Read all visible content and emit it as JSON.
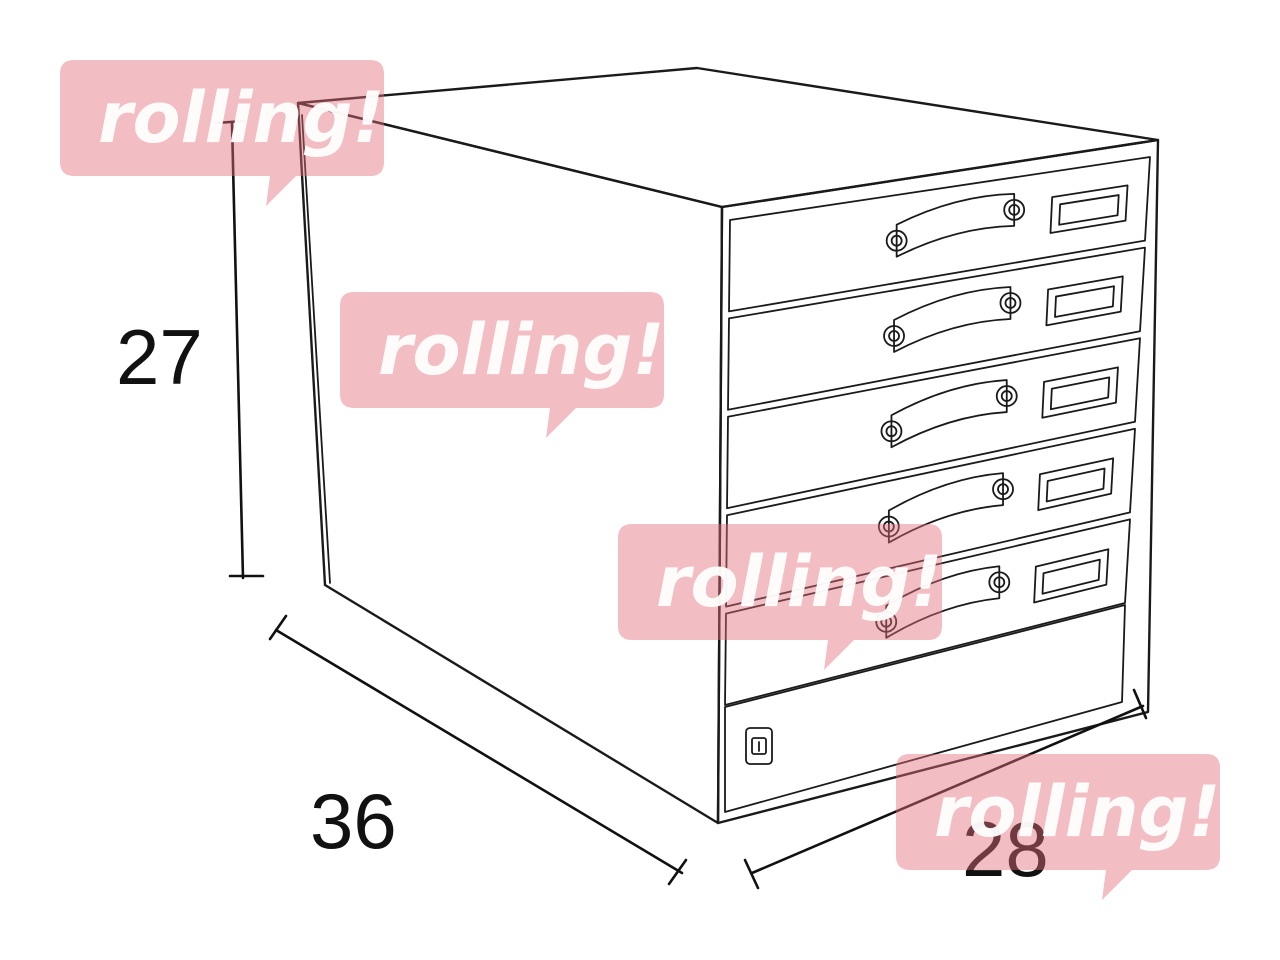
{
  "dimensions": {
    "height": "27",
    "depth": "36",
    "width": "28"
  },
  "watermark": {
    "text": "rolling!",
    "color": "#e36d7b"
  },
  "drawer_count": 5,
  "icons": {
    "lock": "lock-icon"
  }
}
